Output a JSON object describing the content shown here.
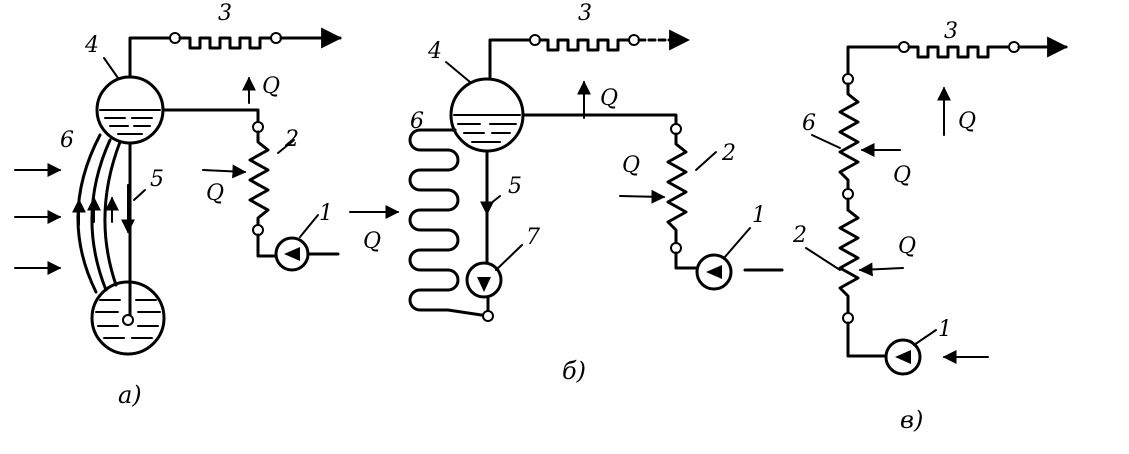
{
  "labels": {
    "n1": "1",
    "n2": "2",
    "n3": "3",
    "n4": "4",
    "n5": "5",
    "n6": "6",
    "n7": "7",
    "heat": "Q"
  },
  "captions": {
    "a": "а)",
    "b": "б)",
    "c": "в)"
  }
}
